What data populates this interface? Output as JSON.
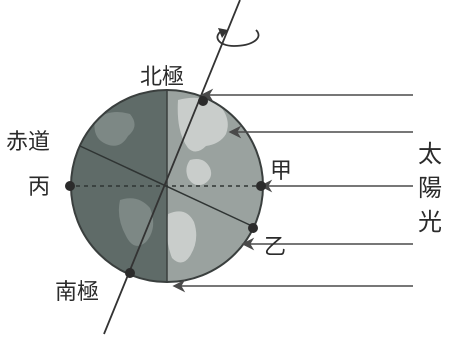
{
  "labels": {
    "north_pole": "北極",
    "south_pole": "南極",
    "equator": "赤道",
    "point_bing": "丙",
    "point_jia": "甲",
    "point_yi": "乙",
    "sunlight": [
      "太",
      "陽",
      "光"
    ]
  },
  "colors": {
    "night_side": "#5f6b68",
    "day_side": "#9aa29f",
    "land_night": "#7d8885",
    "land_day": "#c9cdcb",
    "outline": "#3a3f3e",
    "arrow": "#4a4a4a"
  },
  "icons": [
    "rotation-arrow-icon",
    "sun-ray-arrow-icon"
  ]
}
